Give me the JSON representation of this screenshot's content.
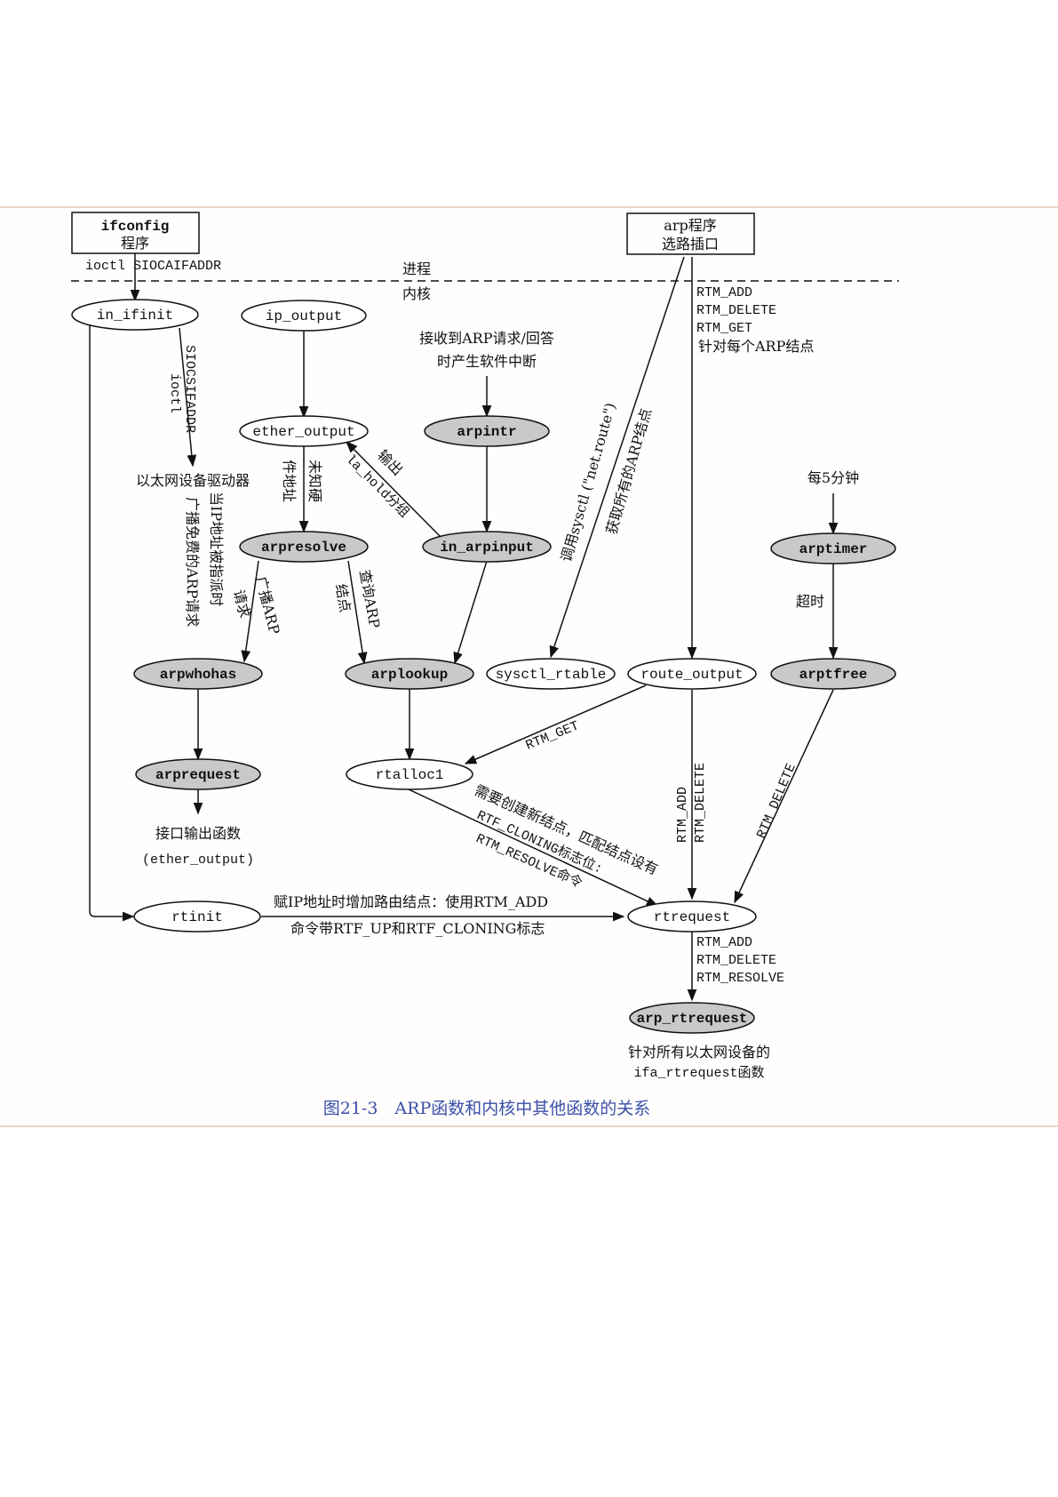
{
  "caption": "图21-3　ARP函数和内核中其他函数的关系",
  "boxes": {
    "ifconfig": {
      "line1": "ifconfig",
      "line2": "程序"
    },
    "arp": {
      "line1": "arp程序",
      "line2": "选路插口"
    }
  },
  "separator": {
    "top_label": "进程",
    "bottom_label": "内核"
  },
  "nodes": {
    "in_ifinit": "in_ifinit",
    "ip_output": "ip_output",
    "ether_output": "ether_output",
    "arpintr": "arpintr",
    "arpresolve": "arpresolve",
    "in_arpinput": "in_arpinput",
    "arpwhohas": "arpwhohas",
    "arplookup": "arplookup",
    "sysctl_rtable": "sysctl_rtable",
    "route_output": "route_output",
    "arptimer": "arptimer",
    "arptfree": "arptfree",
    "arprequest": "arprequest",
    "rtalloc1": "rtalloc1",
    "rtinit": "rtinit",
    "rtrequest": "rtrequest",
    "arp_rtrequest": "arp_rtrequest"
  },
  "labels": {
    "ioctl_siocaifaddr": "ioctl SIOCAIFADDR",
    "siocsifaddr": "SIOCSIFADDR",
    "ioctl": "ioctl",
    "eth_driver": "以太网设备驱动器",
    "arp_recv_1": "接收到ARP请求/回答",
    "arp_recv_2": "时产生软件中断",
    "rtm_add_top": "RTM_ADD",
    "rtm_delete_top": "RTM_DELETE",
    "rtm_get_top": "RTM_GET",
    "per_arp_node": "针对每个ARP结点",
    "every_5_min": "每5分钟",
    "timeout": "超时",
    "unknown_hw_1": "未知硬",
    "unknown_hw_2": "件地址",
    "output_1": "输出",
    "output_2": "la_hold分组",
    "broadcast_arp_1": "广播ARP",
    "broadcast_arp_2": "请求",
    "lookup_arp_1": "查询ARP",
    "lookup_arp_2": "结点",
    "gratuitous_1": "当IP地址被指派时",
    "gratuitous_2": "广播免费的ARP请求",
    "sysctl_1": "调用sysctl (\"net.route\")",
    "sysctl_2": "获取所有的ARP结点",
    "rtm_get_edge": "RTM_GET",
    "rtm_add_edge": "RTM_ADD",
    "rtm_delete_edge": "RTM_DELETE",
    "rtm_delete_edge2": "RTM_DELETE",
    "iface_out_1": "接口输出函数",
    "iface_out_2": "(ether_output)",
    "clone_1": "需要创建新结点，匹配结点设有",
    "clone_2": "RTF_CLONING标志位:",
    "clone_3": "RTM_RESOLVE命令",
    "rtinit_1": "赋IP地址时增加路由结点：使用RTM_ADD",
    "rtinit_2": "命令带RTF_UP和RTF_CLONING标志",
    "rtm_add_bottom": "RTM_ADD",
    "rtm_delete_bottom": "RTM_DELETE",
    "rtm_resolve_bottom": "RTM_RESOLVE",
    "per_eth_1": "针对所有以太网设备的",
    "per_eth_2": "ifa_rtrequest函数"
  },
  "colors": {
    "shaded_node": "#c9c9c9",
    "caption": "#3a4fa8",
    "frame_border": "#e7d8c8"
  }
}
